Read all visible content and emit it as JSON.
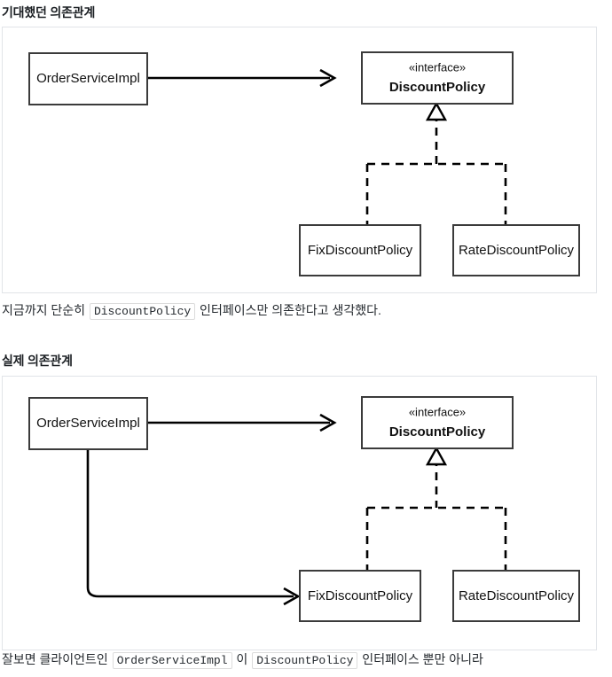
{
  "page": {
    "background": "#ffffff",
    "text_color": "#24292e",
    "frame_border_color": "#e1e4e8",
    "uml_box_border_color": "#3b3b3b",
    "uml_line_color": "#000000"
  },
  "sections": [
    {
      "heading": "기대했던 의존관계",
      "diagram": {
        "title": "expected-dependency-diagram",
        "nodes": [
          {
            "id": "order-service-impl",
            "label": "OrderServiceImpl",
            "kind": "class"
          },
          {
            "id": "discount-policy",
            "stereotype": "«interface»",
            "label": "DiscountPolicy",
            "kind": "interface"
          },
          {
            "id": "fix-discount-policy",
            "label": "FixDiscountPolicy",
            "kind": "class"
          },
          {
            "id": "rate-discount-policy",
            "label": "RateDiscountPolicy",
            "kind": "class"
          }
        ],
        "edges": [
          {
            "from": "order-service-impl",
            "to": "discount-policy",
            "type": "association",
            "style": "solid",
            "arrow": "open"
          },
          {
            "from": "fix-discount-policy",
            "to": "discount-policy",
            "type": "realization",
            "style": "dashed",
            "arrow": "hollow-triangle"
          },
          {
            "from": "rate-discount-policy",
            "to": "discount-policy",
            "type": "realization",
            "style": "dashed",
            "arrow": "hollow-triangle"
          }
        ]
      },
      "caption": {
        "parts": [
          {
            "type": "text",
            "value": "지금까지 단순히 "
          },
          {
            "type": "code",
            "value": "DiscountPolicy"
          },
          {
            "type": "text",
            "value": " 인터페이스만 의존한다고 생각했다."
          }
        ]
      }
    },
    {
      "heading": "실제 의존관계",
      "diagram": {
        "title": "actual-dependency-diagram",
        "nodes": [
          {
            "id": "order-service-impl",
            "label": "OrderServiceImpl",
            "kind": "class"
          },
          {
            "id": "discount-policy",
            "stereotype": "«interface»",
            "label": "DiscountPolicy",
            "kind": "interface"
          },
          {
            "id": "fix-discount-policy",
            "label": "FixDiscountPolicy",
            "kind": "class"
          },
          {
            "id": "rate-discount-policy",
            "label": "RateDiscountPolicy",
            "kind": "class"
          }
        ],
        "edges": [
          {
            "from": "order-service-impl",
            "to": "discount-policy",
            "type": "association",
            "style": "solid",
            "arrow": "open"
          },
          {
            "from": "order-service-impl",
            "to": "fix-discount-policy",
            "type": "association",
            "style": "solid",
            "arrow": "open"
          },
          {
            "from": "fix-discount-policy",
            "to": "discount-policy",
            "type": "realization",
            "style": "dashed",
            "arrow": "hollow-triangle"
          },
          {
            "from": "rate-discount-policy",
            "to": "discount-policy",
            "type": "realization",
            "style": "dashed",
            "arrow": "hollow-triangle"
          }
        ]
      },
      "caption": {
        "parts": [
          {
            "type": "text",
            "value": "잘보면 클라이언트인 "
          },
          {
            "type": "code",
            "value": "OrderServiceImpl"
          },
          {
            "type": "text",
            "value": " 이 "
          },
          {
            "type": "code",
            "value": "DiscountPolicy"
          },
          {
            "type": "text",
            "value": " 인터페이스 뿐만 아니라"
          }
        ]
      }
    }
  ],
  "labels": {
    "order_service_impl": "OrderServiceImpl",
    "discount_policy": "DiscountPolicy",
    "interface_stereotype": "«interface»",
    "fix_discount_policy": "FixDiscountPolicy",
    "rate_discount_policy": "RateDiscountPolicy"
  },
  "captions": {
    "expected_pre": "지금까지 단순히 ",
    "expected_code": "DiscountPolicy",
    "expected_post": " 인터페이스만 의존한다고 생각했다.",
    "actual_pre": "잘보면 클라이언트인 ",
    "actual_code1": "OrderServiceImpl",
    "actual_mid": " 이 ",
    "actual_code2": "DiscountPolicy",
    "actual_post": " 인터페이스 뿐만 아니라"
  },
  "headings": {
    "expected": "기대했던 의존관계",
    "actual": "실제 의존관계"
  }
}
